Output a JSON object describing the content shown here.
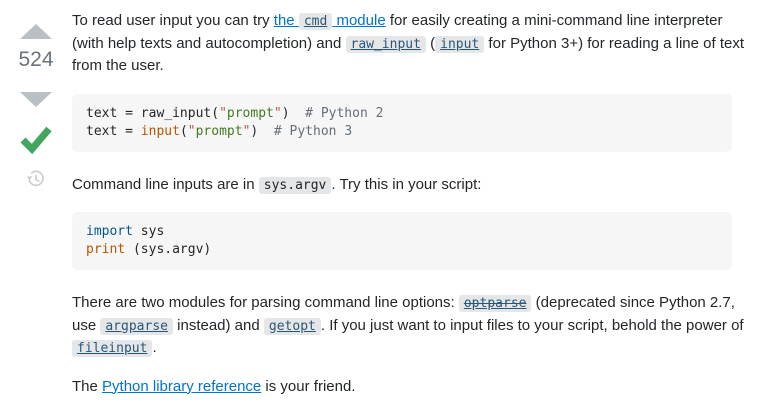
{
  "vote": {
    "count": "524",
    "accepted": true
  },
  "icons": {
    "upvote": "up-arrow-icon",
    "downvote": "down-arrow-icon",
    "accepted": "green-check-mark-icon",
    "history": "revision-history-clock-icon"
  },
  "colors": {
    "link_blue": "#0074cc",
    "code_link": "#2b5777",
    "chip_bg": "#e4e6e8",
    "code_block_bg": "#f6f6f6",
    "keyword": "#015692",
    "builtin": "#b75501",
    "string": "#447a22",
    "string_quote": "#b3554e",
    "comment": "#656e77",
    "vote_arrow": "#babfc3",
    "vote_count": "#6a737c",
    "accepted_green": "#43a55f"
  },
  "answer": {
    "blocks": [
      {
        "kind": "paragraph",
        "lines": [
          [
            {
              "type": "text",
              "text": "To read user input you can try "
            },
            {
              "type": "link",
              "text": "the "
            },
            {
              "type": "link-code",
              "text": "cmd"
            },
            {
              "type": "link",
              "text": " module"
            },
            {
              "type": "text",
              "text": " for easily creating a mini-command line interpreter"
            }
          ],
          [
            {
              "type": "text",
              "text": "(with help texts and autocompletion) and "
            },
            {
              "type": "link-code",
              "text": "raw_input"
            },
            {
              "type": "text",
              "text": " ("
            },
            {
              "type": "link-code",
              "text": "input"
            },
            {
              "type": "text",
              "text": " for Python 3+) for reading a line of text"
            }
          ],
          [
            {
              "type": "text",
              "text": "from the user."
            }
          ]
        ]
      },
      {
        "kind": "code",
        "lines": [
          [
            {
              "c": "pln",
              "t": "text = raw_input("
            },
            {
              "c": "q",
              "t": "\""
            },
            {
              "c": "str",
              "t": "prompt"
            },
            {
              "c": "q",
              "t": "\""
            },
            {
              "c": "pln",
              "t": ")  "
            },
            {
              "c": "com",
              "t": "# Python 2"
            }
          ],
          [
            {
              "c": "pln",
              "t": "text = "
            },
            {
              "c": "bi",
              "t": "input"
            },
            {
              "c": "pln",
              "t": "("
            },
            {
              "c": "q",
              "t": "\""
            },
            {
              "c": "str",
              "t": "prompt"
            },
            {
              "c": "q",
              "t": "\""
            },
            {
              "c": "pln",
              "t": ")  "
            },
            {
              "c": "com",
              "t": "# Python 3"
            }
          ]
        ]
      },
      {
        "kind": "paragraph",
        "lines": [
          [
            {
              "type": "text",
              "text": "Command line inputs are in "
            },
            {
              "type": "code",
              "text": "sys.argv"
            },
            {
              "type": "text",
              "text": ". Try this in your script:"
            }
          ]
        ]
      },
      {
        "kind": "code",
        "lines": [
          [
            {
              "c": "kwd",
              "t": "import"
            },
            {
              "c": "pln",
              "t": " sys"
            }
          ],
          [
            {
              "c": "bi",
              "t": "print"
            },
            {
              "c": "pln",
              "t": " (sys.argv)"
            }
          ]
        ]
      },
      {
        "kind": "paragraph",
        "lines": [
          [
            {
              "type": "text",
              "text": "There are two modules for parsing command line options: "
            },
            {
              "type": "link-code-strike",
              "text": "optparse"
            },
            {
              "type": "text",
              "text": " (deprecated since Python 2.7,"
            }
          ],
          [
            {
              "type": "text",
              "text": "use "
            },
            {
              "type": "link-code",
              "text": "argparse"
            },
            {
              "type": "text",
              "text": " instead) and "
            },
            {
              "type": "link-code",
              "text": "getopt"
            },
            {
              "type": "text",
              "text": ". If you just want to input files to your script, behold the power of"
            }
          ],
          [
            {
              "type": "link-code",
              "text": "fileinput"
            },
            {
              "type": "text",
              "text": "."
            }
          ]
        ]
      },
      {
        "kind": "paragraph",
        "lines": [
          [
            {
              "type": "text",
              "text": "The "
            },
            {
              "type": "link",
              "text": "Python library reference"
            },
            {
              "type": "text",
              "text": " is your friend."
            }
          ]
        ]
      }
    ]
  }
}
